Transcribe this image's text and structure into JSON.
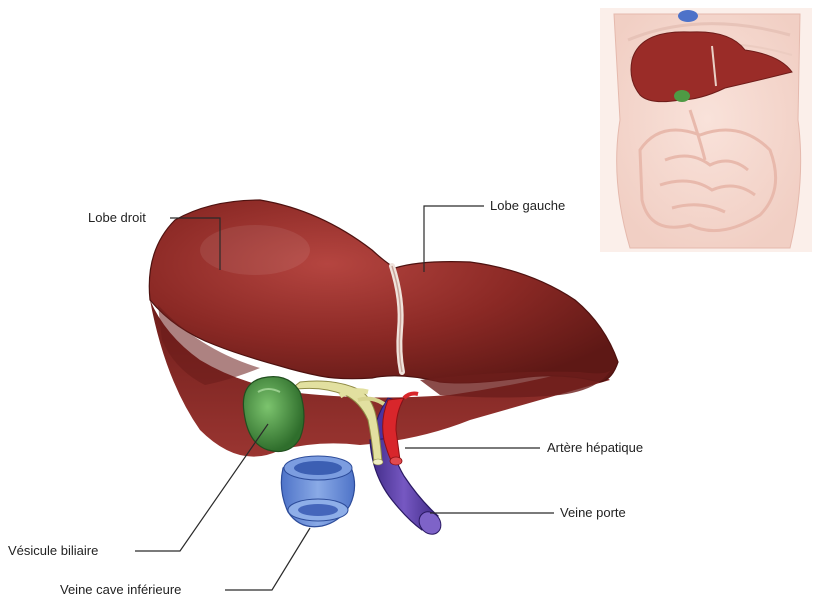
{
  "labels": {
    "lobe_droit": "Lobe droit",
    "lobe_gauche": "Lobe gauche",
    "artere_hepatique": "Artère hépatique",
    "veine_porte": "Veine porte",
    "vesicule_biliaire": "Vésicule biliaire",
    "veine_cave_inferieure": "Veine cave inférieure"
  },
  "colors": {
    "liver": "#8e2a26",
    "liver_light": "#b6433b",
    "liver_dark": "#5a1714",
    "gallbladder": "#3f8a3a",
    "bile_duct": "#d9d98c",
    "artery": "#d8262b",
    "portal_vein": "#5b3aa0",
    "vena_cava": "#6a8fd6",
    "ligament": "#e8d9cf"
  }
}
